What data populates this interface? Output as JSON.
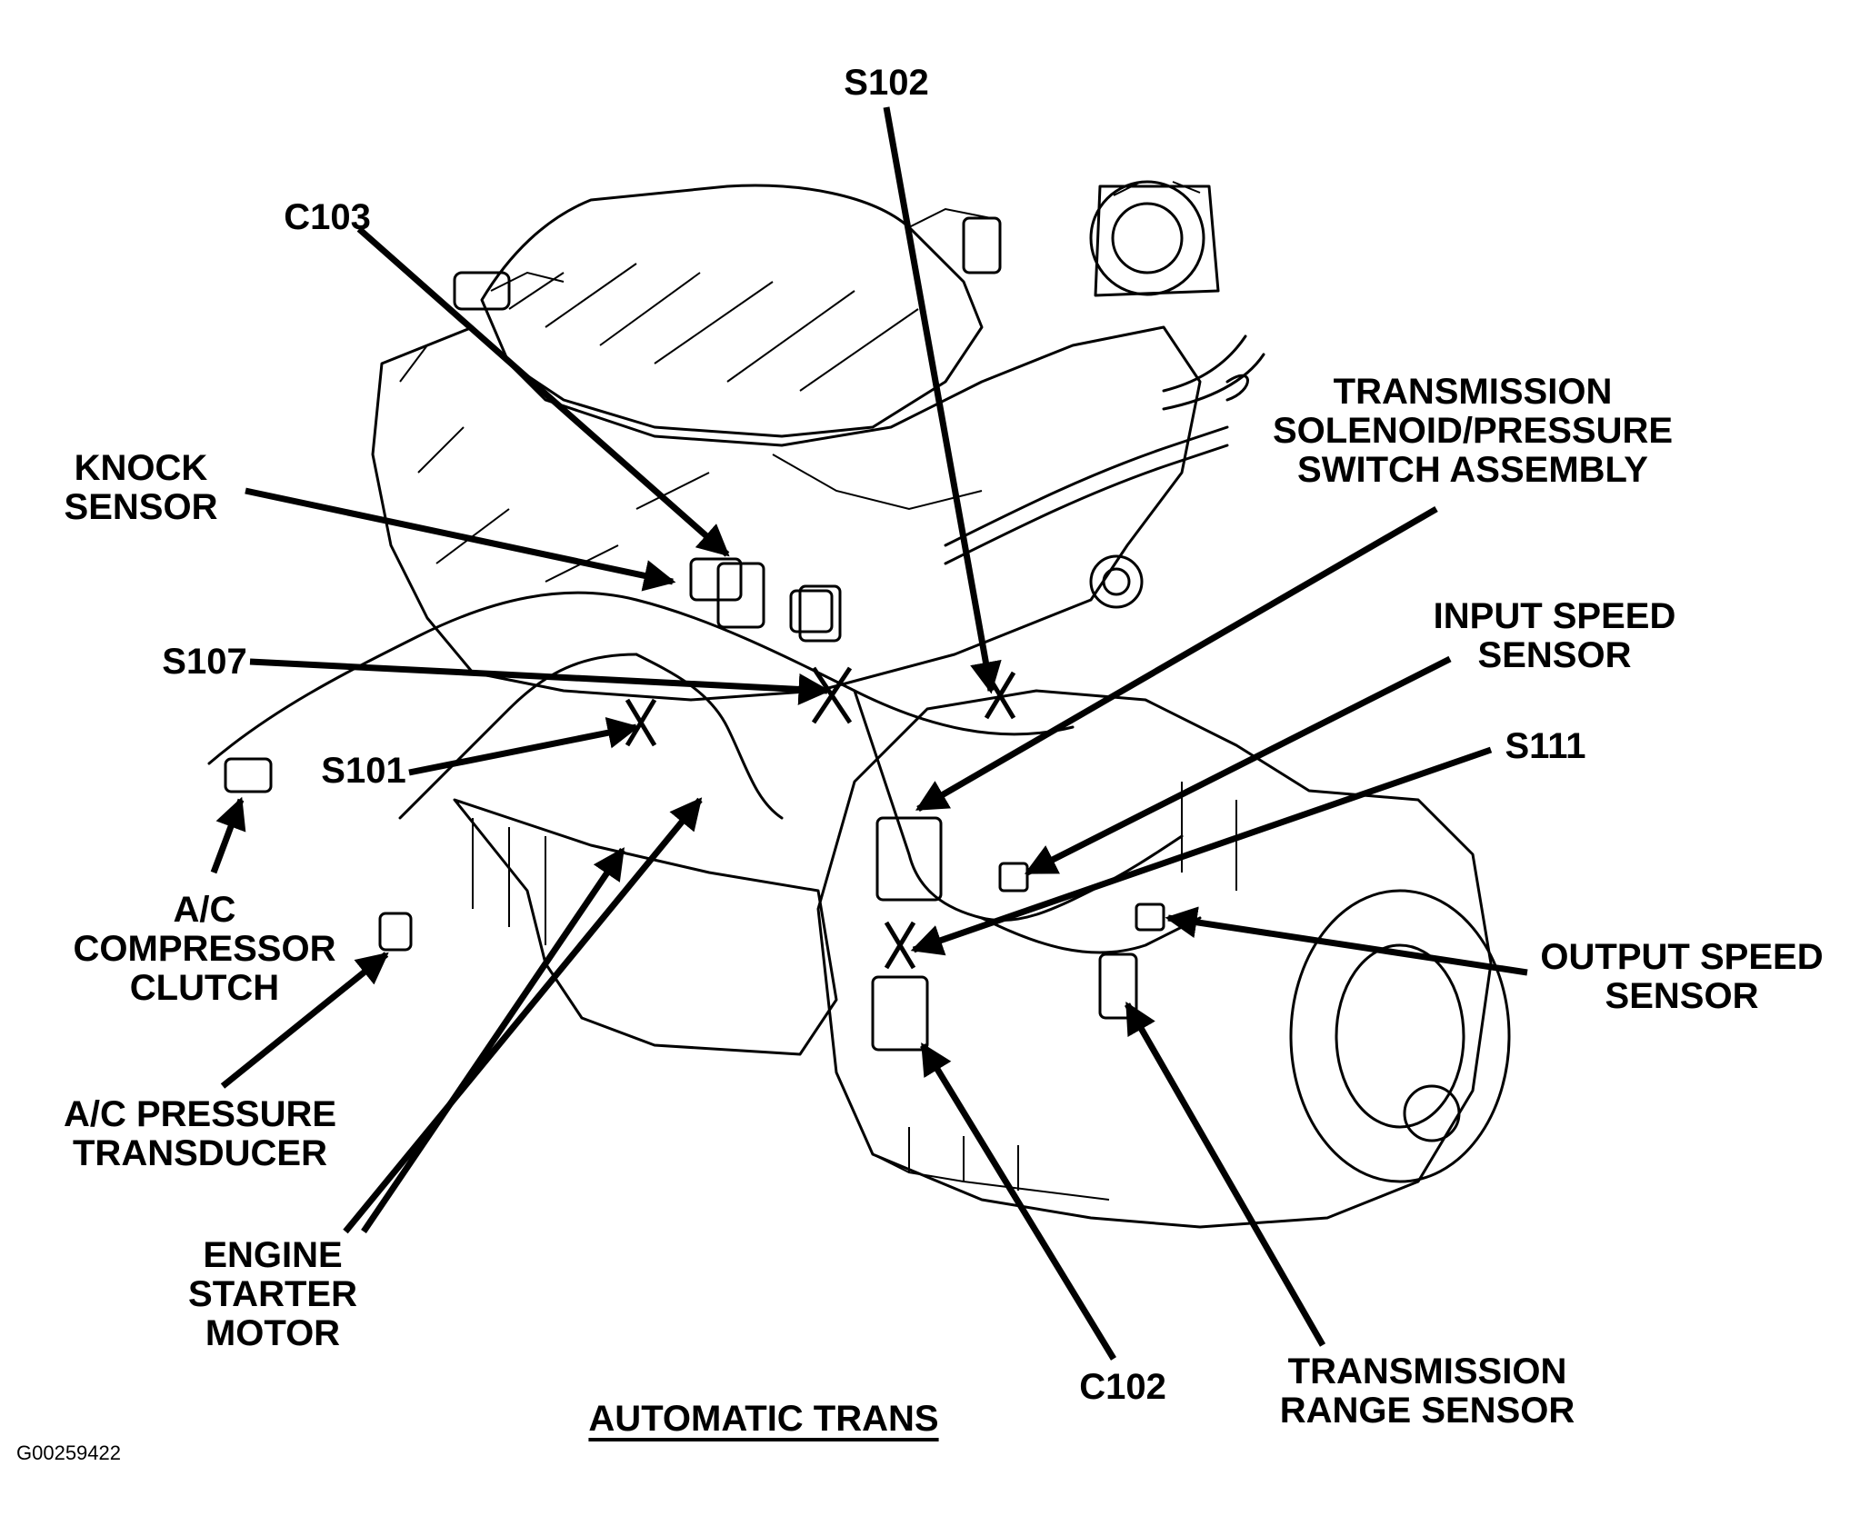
{
  "labels": {
    "s102": "S102",
    "c103": "C103",
    "tsp": [
      "TRANSMISSION",
      "SOLENOID/PRESSURE",
      "SWITCH ASSEMBLY"
    ],
    "knock": [
      "KNOCK",
      "SENSOR"
    ],
    "input_speed": [
      "INPUT SPEED",
      "SENSOR"
    ],
    "s107": "S107",
    "s111": "S111",
    "s101": "S101",
    "ac_clutch": [
      "A/C",
      "COMPRESSOR",
      "CLUTCH"
    ],
    "output_speed": [
      "OUTPUT SPEED",
      "SENSOR"
    ],
    "ac_transducer": [
      "A/C PRESSURE",
      "TRANSDUCER"
    ],
    "starter": [
      "ENGINE",
      "STARTER",
      "MOTOR"
    ],
    "c102": "C102",
    "range_sensor": [
      "TRANSMISSION",
      "RANGE SENSOR"
    ]
  },
  "caption": "AUTOMATIC TRANS",
  "figure_id": "G00259422"
}
